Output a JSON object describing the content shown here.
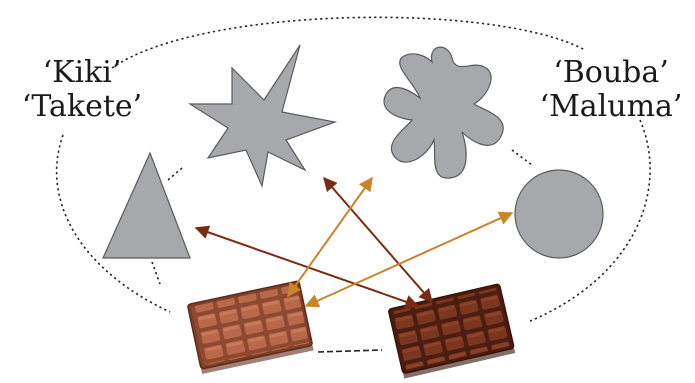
{
  "labels": {
    "left_line1": "‘Kiki’",
    "left_line2": "‘Takete’",
    "right_line1": "‘Bouba’",
    "right_line2": "‘Maluma’"
  },
  "shapes": {
    "spiky_group": [
      "spiky-star-icon",
      "triangle-icon"
    ],
    "round_group": [
      "blob-icon",
      "circle-icon"
    ],
    "chocolate": [
      "milk-chocolate-bar-icon",
      "dark-chocolate-bar-icon"
    ]
  },
  "colors": {
    "shape_fill": "#a7a8ab",
    "shape_stroke": "#5a5b5e",
    "arrow_dark": "#7a2a10",
    "arrow_gold": "#c8852a",
    "milk_chocolate": "#a65a3b",
    "dark_chocolate": "#6e2f1c",
    "dotted_line": "#222222"
  }
}
